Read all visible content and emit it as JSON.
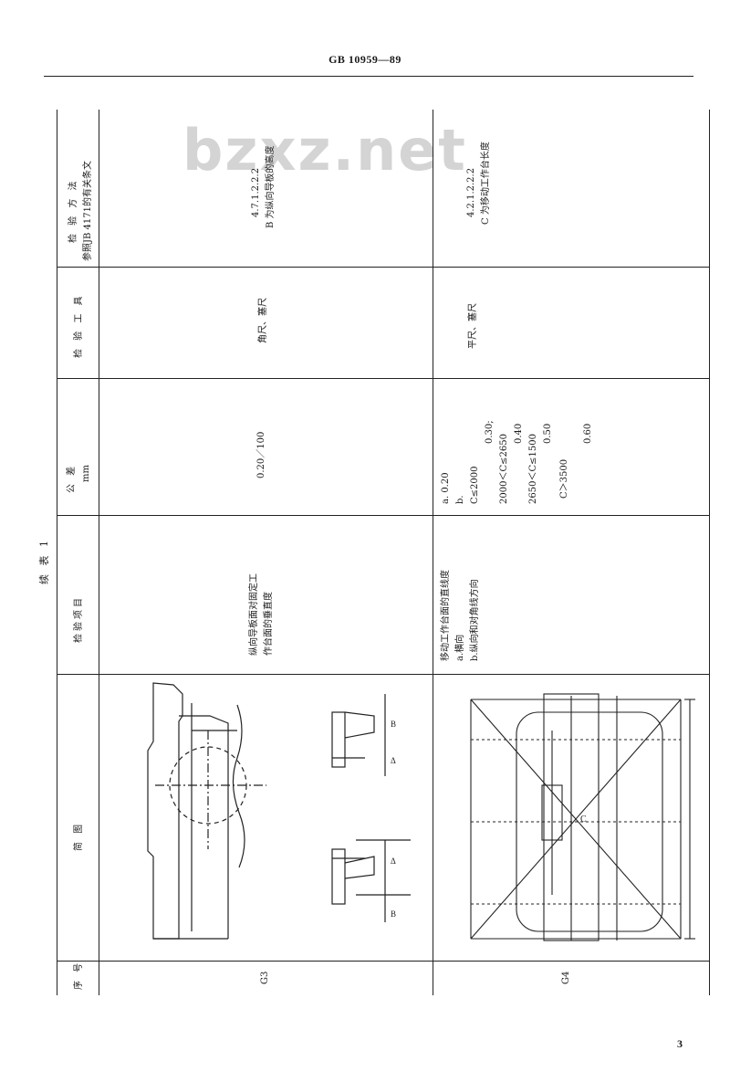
{
  "header": {
    "doc_id": "GB 10959—89"
  },
  "watermark": "bzxz.net",
  "caption": "续 表 1",
  "table": {
    "headers": {
      "seq": "序 号",
      "diagram": "简 图",
      "item": "检验项目",
      "tolerance": "公 差",
      "tolerance_unit": "mm",
      "tools": "检 验 工 具",
      "method_title": "检 验 方 法",
      "method_ref": "参照JB 4171的有关条文"
    },
    "rows": [
      {
        "seq": "G3",
        "item_line1": "纵向导板面对固定工",
        "item_line2": "作台面的垂直度",
        "tolerance": "0.20／100",
        "tools": "角尺、塞尺",
        "method_line1": "4.7.1.2.2.2",
        "method_line2": "B 为纵向导板的高度",
        "diagram_labels": {
          "b": "B",
          "delta": "Δ"
        }
      },
      {
        "seq": "G4",
        "item_line1": "移动工作台面的直线度",
        "item_line2": "a.横向",
        "item_line3": "b.纵向和对角线方向",
        "tolerance_lines": [
          "a.  0.20",
          "b.",
          "C≤2000",
          "0.30;",
          "2000＜C≤2650",
          "0.40",
          "2650＜C≤1500",
          "0.50",
          "C＞3500",
          "0.60"
        ],
        "tools": "平尺、塞尺",
        "method_line1": "4.2.1.2.2.2",
        "method_line2": "C 为移动工作台长度",
        "diagram_labels": {
          "c": "C"
        }
      }
    ]
  },
  "page_number": "3"
}
